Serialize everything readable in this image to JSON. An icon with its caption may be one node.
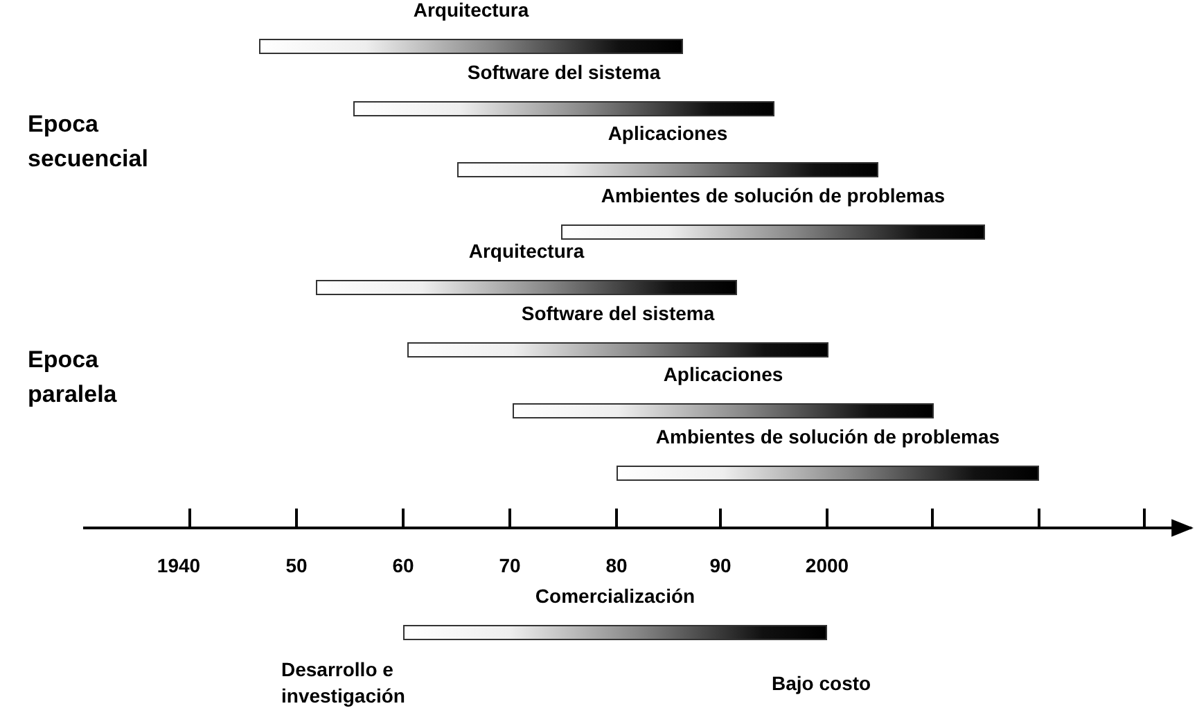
{
  "diagram": {
    "nodes": [
      {
        "text": [
          "Arquitectura"
        ]
      },
      {
        "text": [
          "Software del sistema"
        ]
      },
      {
        "text": [
          "Aplicaciones"
        ]
      },
      {
        "text": [
          "Ambientes de solución de problemas"
        ]
      },
      {
        "text": [
          "Arquitectura"
        ]
      },
      {
        "text": [
          "Software del sistema"
        ]
      },
      {
        "text": [
          "Aplicaciones"
        ]
      },
      {
        "text": [
          "Ambientes de solución de problemas"
        ]
      },
      {
        "text": [
          "Comercialización"
        ],
        "beside": [
          "Desarrollo e investigación",
          "Bajo costo"
        ]
      }
    ],
    "labels": [
      "Epoca secuencial",
      "Epoca paralela",
      "1940",
      "50",
      "60",
      "70",
      "80",
      "90",
      "2000"
    ]
  }
}
